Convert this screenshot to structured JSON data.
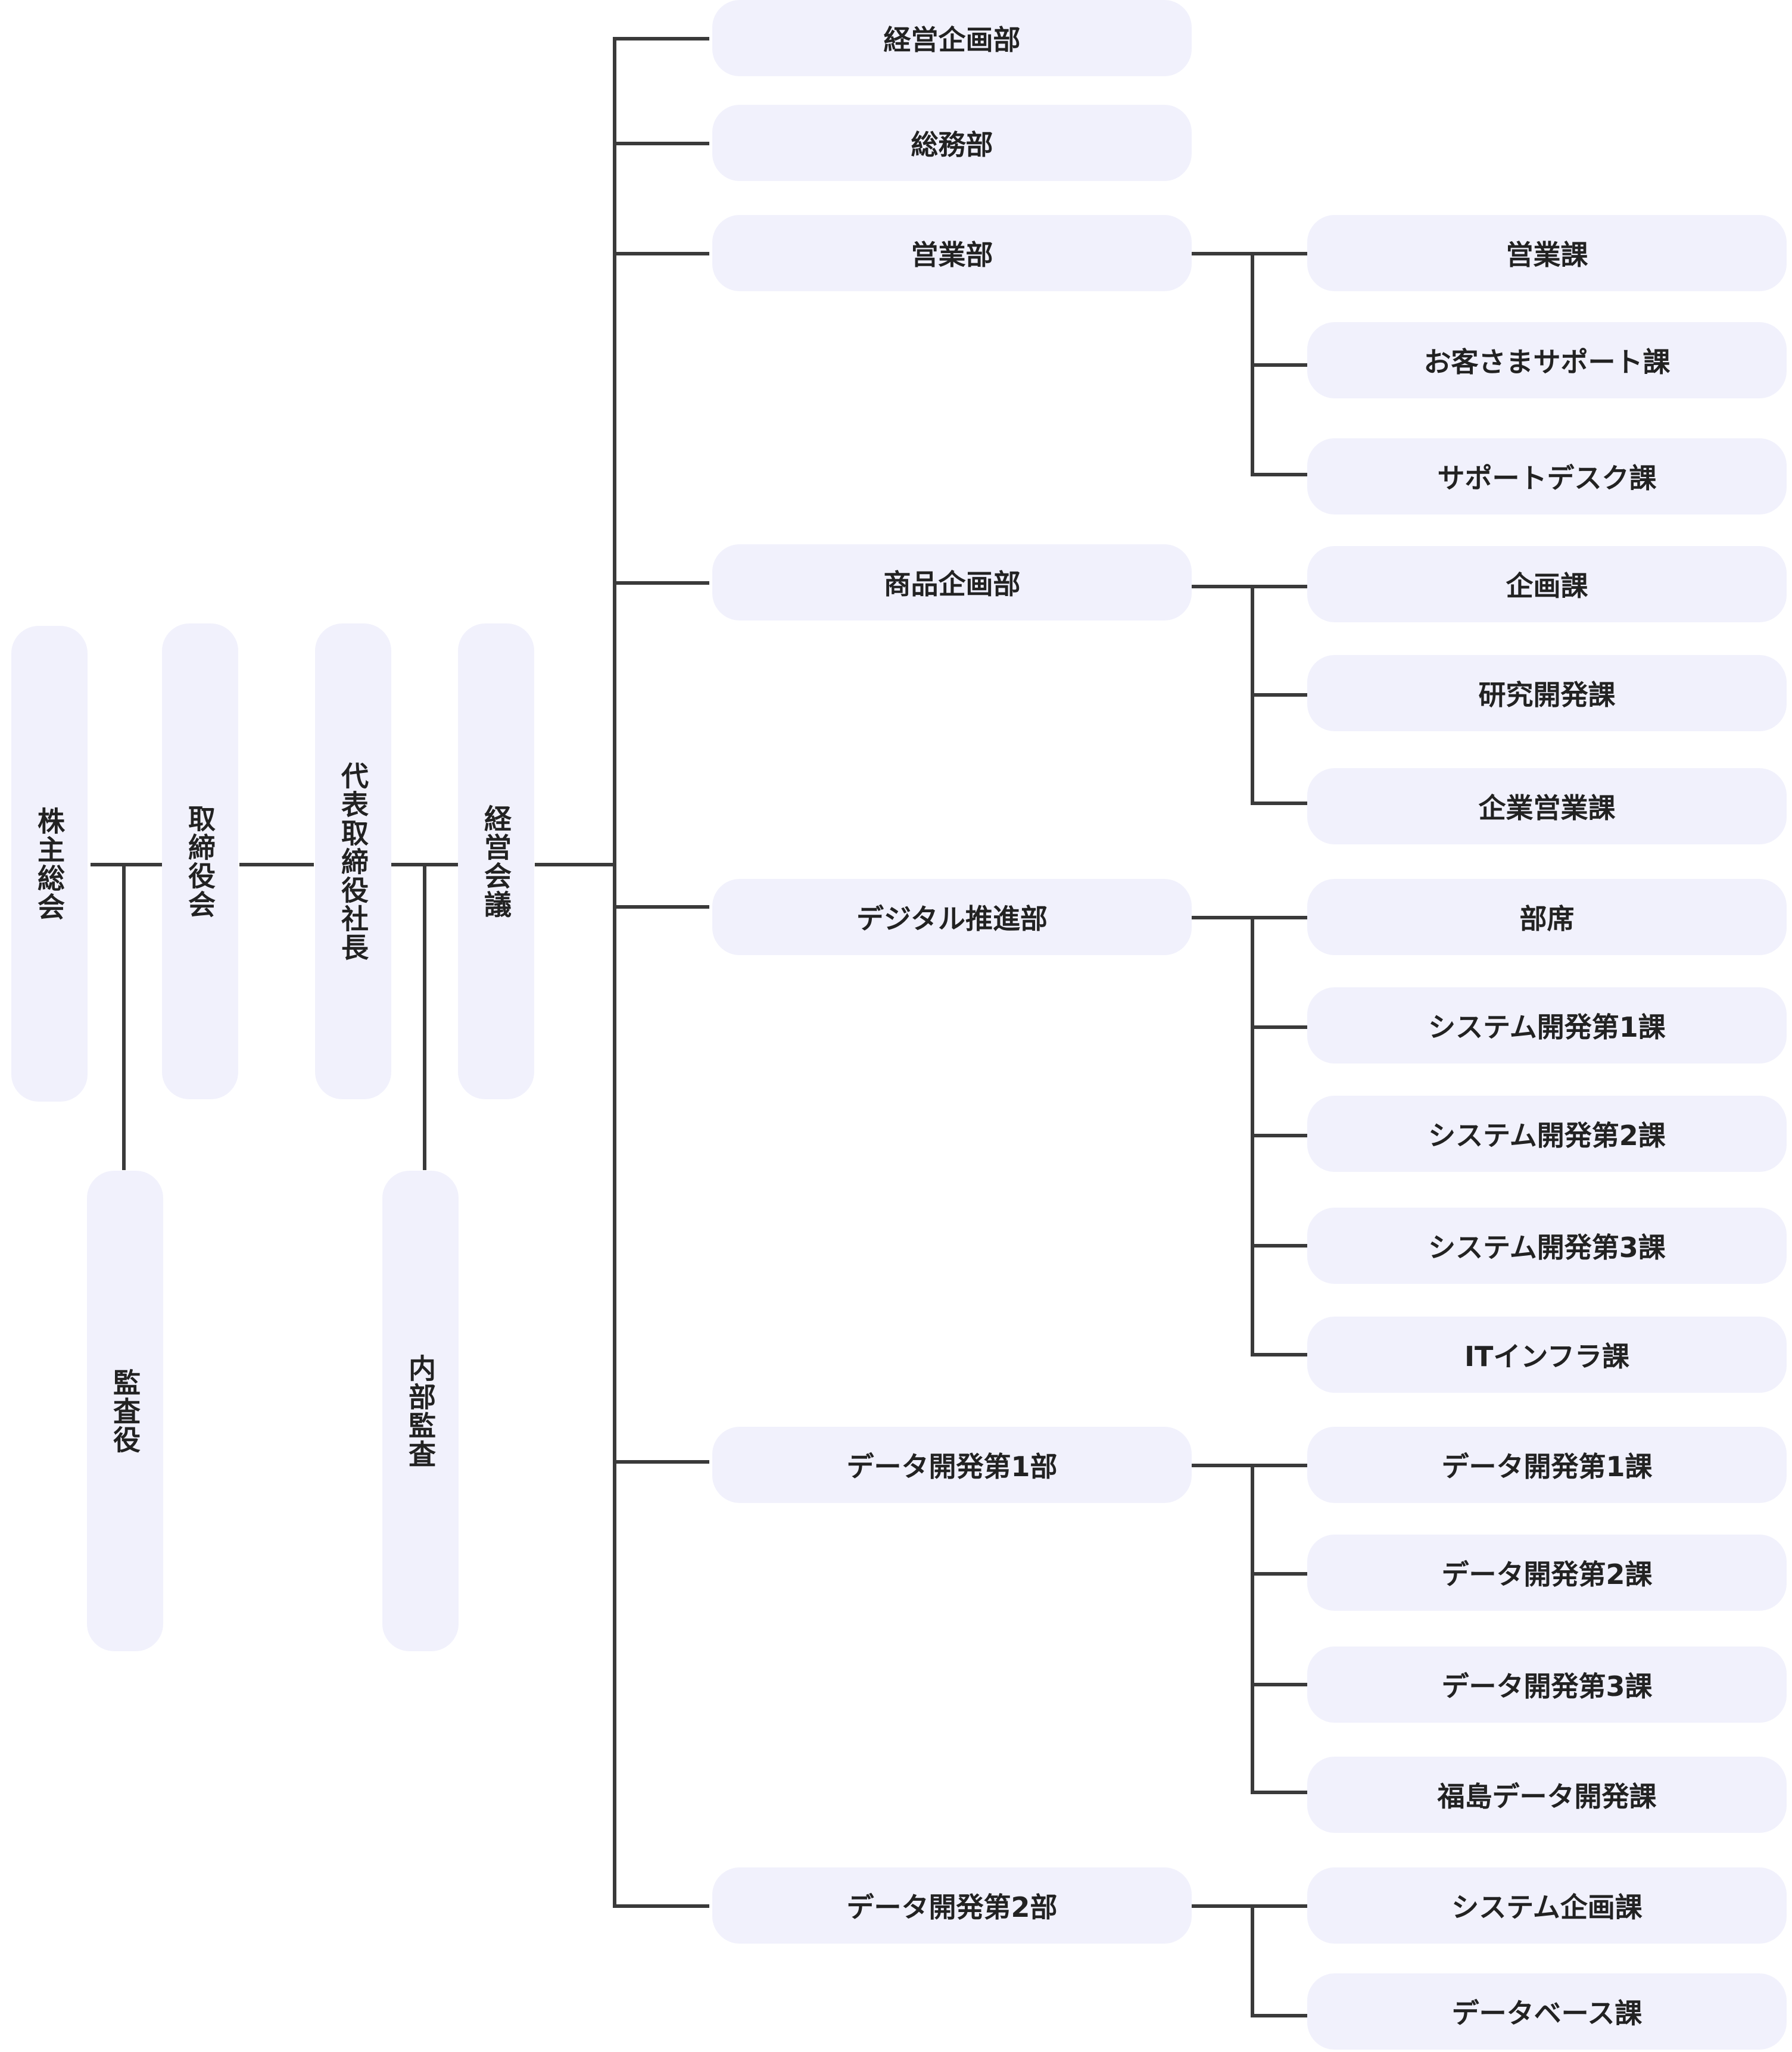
{
  "org": {
    "shareholders_meeting": "株主総会",
    "auditor": "監査役",
    "board": "取締役会",
    "ceo": "代表取締役社長",
    "internal_audit": "内部監査",
    "management_meeting": "経営会議"
  },
  "departments": [
    {
      "label": "経営企画部",
      "sections": []
    },
    {
      "label": "総務部",
      "sections": []
    },
    {
      "label": "営業部",
      "sections": [
        "営業課",
        "お客さまサポート課",
        "サポートデスク課"
      ]
    },
    {
      "label": "商品企画部",
      "sections": [
        "企画課",
        "研究開発課",
        "企業営業課"
      ]
    },
    {
      "label": "デジタル推進部",
      "sections": [
        "部席",
        "システム開発第1課",
        "システム開発第2課",
        "システム開発第3課",
        "ITインフラ課"
      ]
    },
    {
      "label": "データ開発第1部",
      "sections": [
        "データ開発第1課",
        "データ開発第2課",
        "データ開発第3課",
        "福島データ開発課"
      ]
    },
    {
      "label": "データ開発第2部",
      "sections": [
        "システム企画課",
        "データベース課"
      ]
    }
  ],
  "colors": {
    "node_fill": "#f1f1fc",
    "line": "#3a3a3a",
    "text": "#222222"
  }
}
